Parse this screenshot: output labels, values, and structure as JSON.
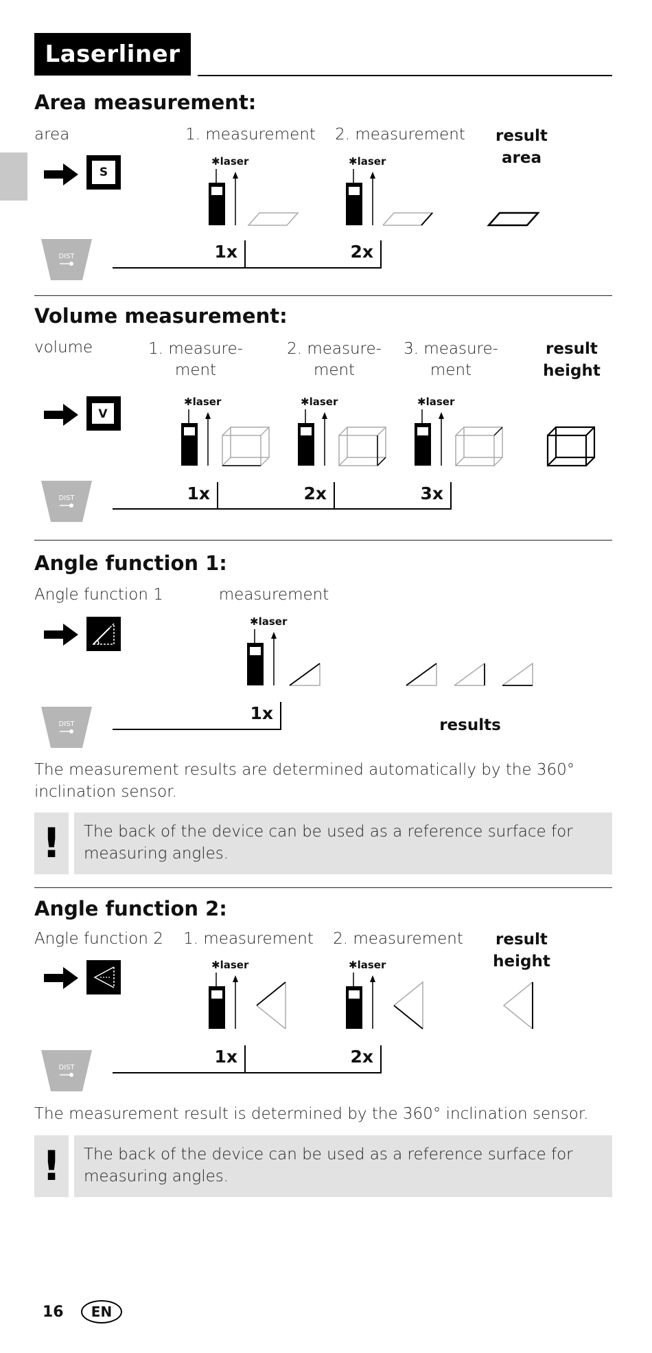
{
  "header": {
    "brand": "Laserliner"
  },
  "device_label": "laser",
  "dist_key_label": "DIST",
  "area": {
    "title": "Area measurement:",
    "mode_label": "area",
    "mode_key": "S",
    "step1": "1. measurement",
    "step2": "2. measurement",
    "result": "result area",
    "count1": "1x",
    "count2": "2x"
  },
  "volume": {
    "title": "Volume measurement:",
    "mode_label": "volume",
    "mode_key": "V",
    "step1": "1. measure-ment",
    "step2": "2. measure-ment",
    "step3": "3. measure-ment",
    "result": "result height",
    "count1": "1x",
    "count2": "2x",
    "count3": "3x"
  },
  "angle1": {
    "title": "Angle function 1:",
    "mode_label": "Angle function 1",
    "step1": "measurement",
    "count1": "1x",
    "results_label": "results",
    "description": "The measurement results are determined automatically by the 360° inclination sensor.",
    "note": "The back of the device can be used as a reference surface for measuring angles."
  },
  "angle2": {
    "title": "Angle function 2:",
    "mode_label": "Angle function 2",
    "step1": "1. measurement",
    "step2": "2. measurement",
    "result": "result height",
    "count1": "1x",
    "count2": "2x",
    "description": "The measurement result is determined by the 360° inclination sensor.",
    "note": "The back of the device can be used as a reference surface for measuring angles."
  },
  "note_mark": "!",
  "footer": {
    "page_number": "16",
    "language": "EN"
  }
}
